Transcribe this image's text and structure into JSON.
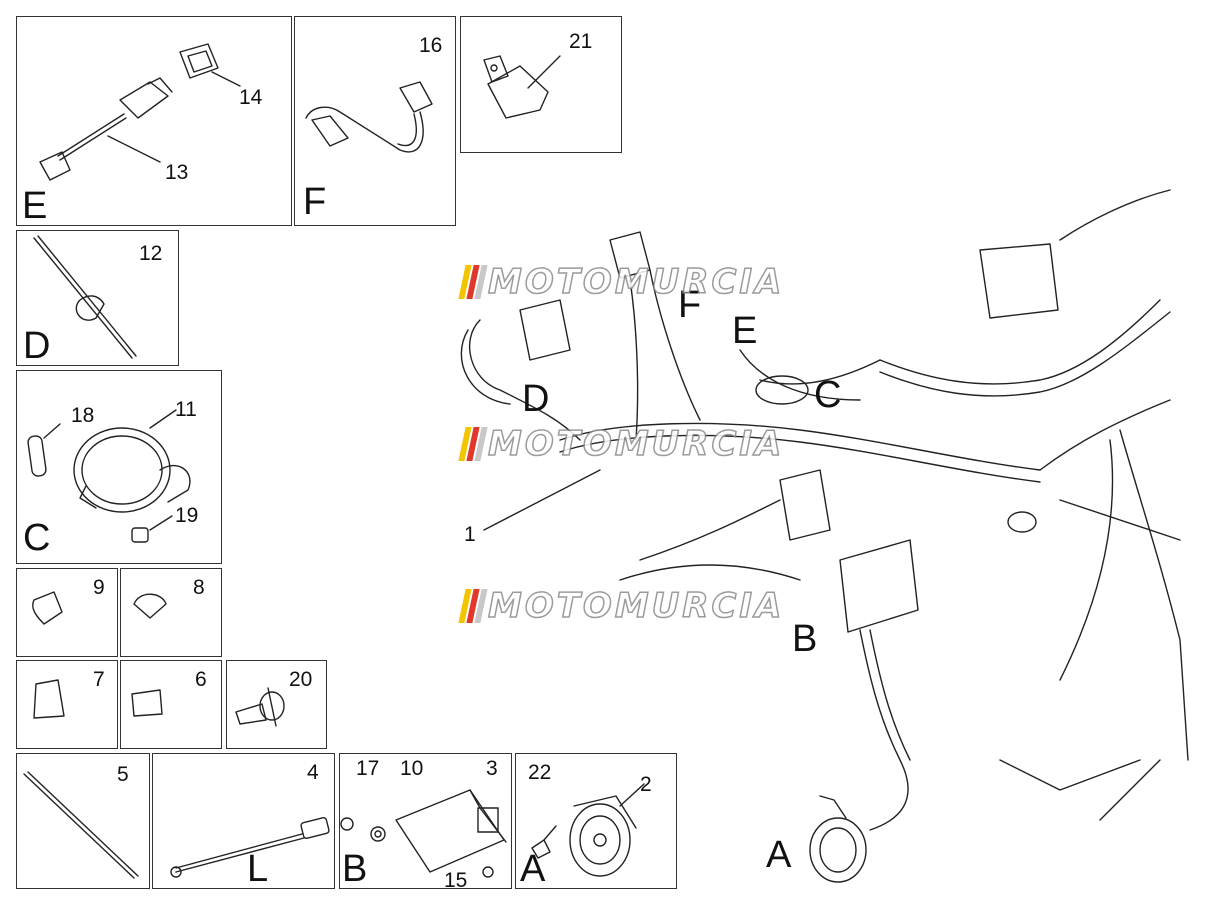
{
  "panels": {
    "E": {
      "letter": "E",
      "parts": [
        "14",
        "13"
      ]
    },
    "F": {
      "letter": "F",
      "parts": [
        "16"
      ]
    },
    "p21": {
      "parts": [
        "21"
      ]
    },
    "D": {
      "letter": "D",
      "parts": [
        "12"
      ]
    },
    "C": {
      "letter": "C",
      "parts": [
        "18",
        "11",
        "19"
      ]
    },
    "p9": {
      "parts": [
        "9"
      ]
    },
    "p8": {
      "parts": [
        "8"
      ]
    },
    "p7": {
      "parts": [
        "7"
      ]
    },
    "p6": {
      "parts": [
        "6"
      ]
    },
    "p20": {
      "parts": [
        "20"
      ]
    },
    "p5": {
      "parts": [
        "5"
      ]
    },
    "L": {
      "letter": "L",
      "parts": [
        "4"
      ]
    },
    "B": {
      "letter": "B",
      "parts": [
        "17",
        "10",
        "3",
        "15"
      ]
    },
    "A": {
      "letter": "A",
      "parts": [
        "22",
        "2"
      ]
    }
  },
  "main": {
    "callouts": {
      "F": "F",
      "E": "E",
      "D": "D",
      "C": "C",
      "B": "B",
      "A": "A",
      "part1": "1"
    }
  },
  "watermark": {
    "text": "MOTOMURCIA",
    "colors": [
      "#f2c500",
      "#e0382b",
      "#c8c8c8"
    ]
  }
}
